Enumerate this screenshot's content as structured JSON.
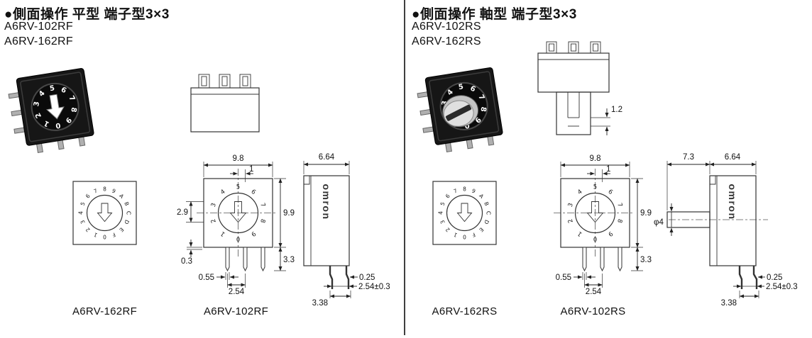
{
  "left": {
    "title": "●側面操作 平型 端子型3×3",
    "model_1": "A6RV-102RF",
    "model_2": "A6RV-162RF",
    "caption_16": "A6RV-162RF",
    "caption_10": "A6RV-102RF",
    "brand": "omron",
    "dial10": "0123456789",
    "dial16": "0123456789ABCDEF",
    "dims": {
      "body_width": "9.8",
      "pin_offset": "1",
      "upper": "2.9",
      "body_height": "9.9",
      "standoff": "0.3",
      "pin_length": "3.3",
      "pin_width": "0.55",
      "pin_pitch": "2.54",
      "side_width": "6.64",
      "pin_thickness": "0.25",
      "row_pitch": "2.54±0.3",
      "row_span": "3.38"
    }
  },
  "right": {
    "title": "●側面操作 軸型 端子型3×3",
    "model_1": "A6RV-102RS",
    "model_2": "A6RV-162RS",
    "caption_16": "A6RV-162RS",
    "caption_10": "A6RV-102RS",
    "brand": "omron",
    "dial10": "0123456789",
    "dial16": "0123456789ABCDEF",
    "dims": {
      "slot_depth": "1.2",
      "body_width": "9.8",
      "pin_offset": "1",
      "body_height": "9.9",
      "pin_length": "3.3",
      "pin_width": "0.55",
      "pin_pitch": "2.54",
      "shaft_length": "7.3",
      "side_width": "6.64",
      "shaft_dia": "φ4",
      "pin_thickness": "0.25",
      "row_pitch": "2.54±0.3",
      "row_span": "3.38"
    }
  }
}
